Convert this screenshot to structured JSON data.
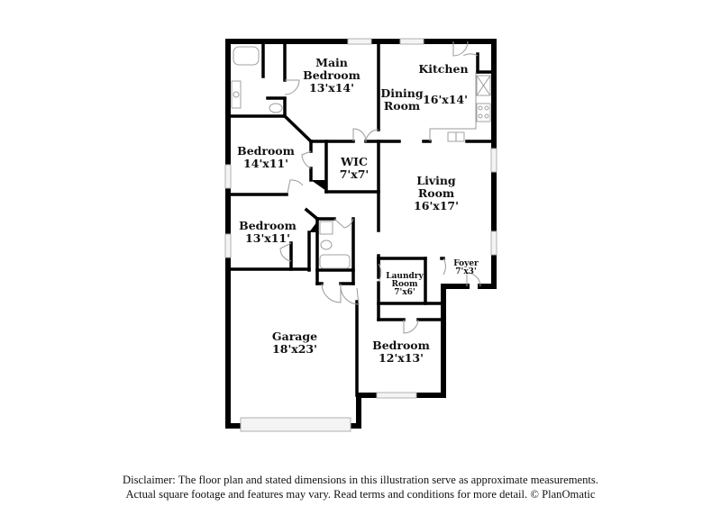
{
  "floorplan": {
    "rooms": [
      {
        "id": "main-bedroom",
        "name_line1": "Main",
        "name_line2": "Bedroom",
        "dims": "13'x14'"
      },
      {
        "id": "kitchen",
        "name": "Kitchen"
      },
      {
        "id": "dining-room",
        "name_line1": "Dining",
        "name_line2": "Room",
        "dims": "16'x14'"
      },
      {
        "id": "bedroom-2",
        "name": "Bedroom",
        "dims": "14'x11'"
      },
      {
        "id": "wic",
        "name": "WIC",
        "dims": "7'x7'"
      },
      {
        "id": "living-room",
        "name_line1": "Living",
        "name_line2": "Room",
        "dims": "16'x17'"
      },
      {
        "id": "bedroom-3",
        "name": "Bedroom",
        "dims": "13'x11'"
      },
      {
        "id": "laundry-room",
        "name_line1": "Laundry",
        "name_line2": "Room",
        "dims": "7'x6'"
      },
      {
        "id": "foyer",
        "name": "Foyer",
        "dims": "7'x3'"
      },
      {
        "id": "garage",
        "name": "Garage",
        "dims": "18'x23'"
      },
      {
        "id": "bedroom-4",
        "name": "Bedroom",
        "dims": "12'x13'"
      }
    ]
  },
  "disclaimer": {
    "line1": "Disclaimer: The floor plan and stated dimensions in this illustration serve as approximate measurements.",
    "line2": "Actual square footage and features may vary. Read terms and conditions for more detail. © PlanOmatic"
  }
}
